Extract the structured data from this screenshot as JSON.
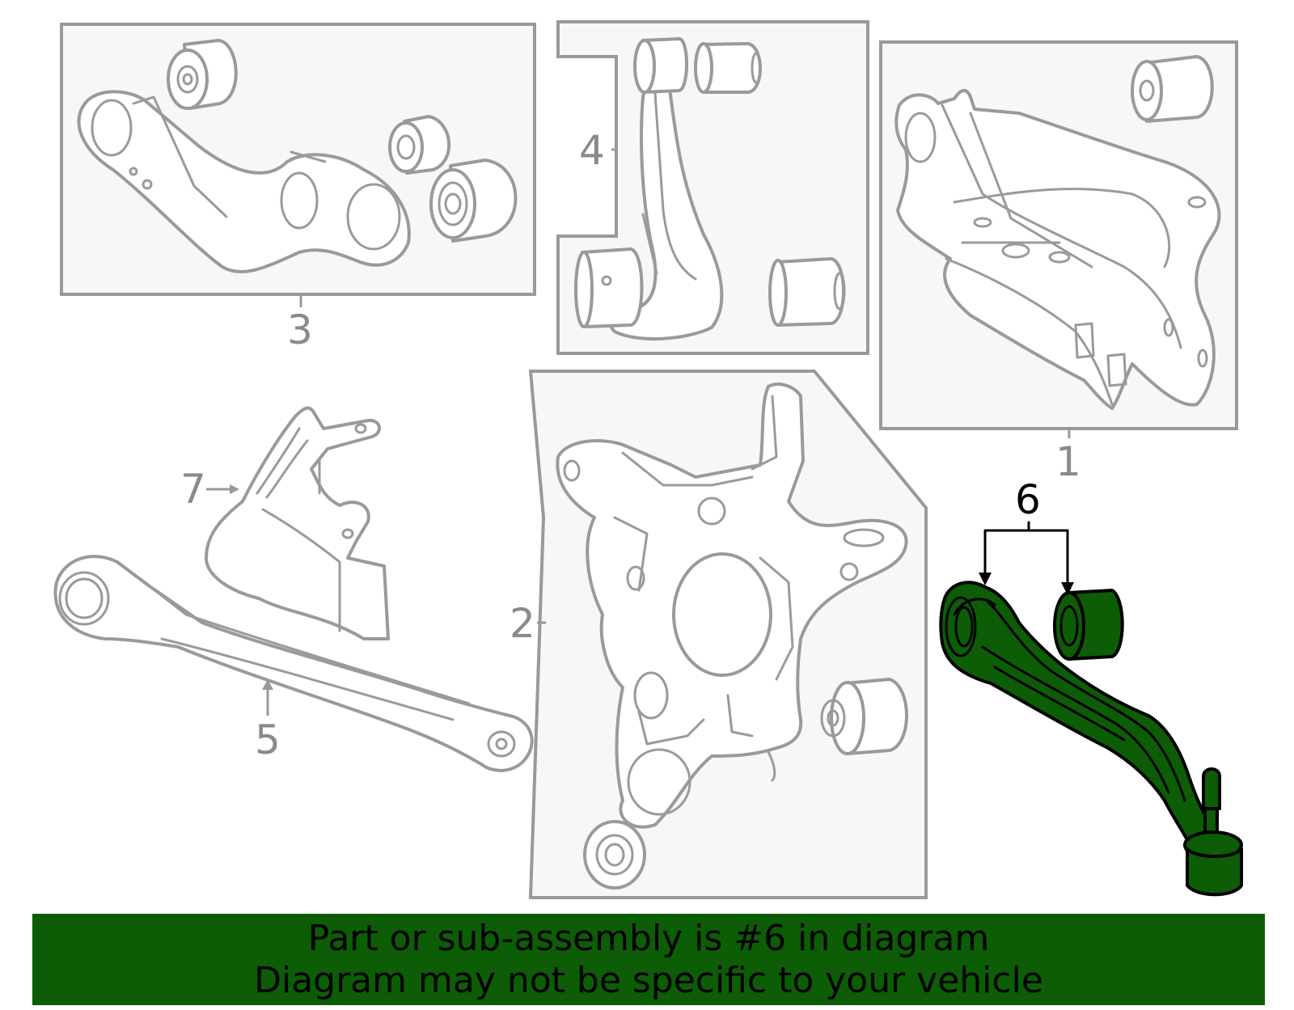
{
  "diagram": {
    "callouts": {
      "c1": "1",
      "c2": "2",
      "c3": "3",
      "c4": "4",
      "c5": "5",
      "c6": "6",
      "c7": "7"
    },
    "colors": {
      "highlight": "#0d5c06",
      "banner": "#0d5c06",
      "outline": "#9a9a9a",
      "panel": "#f7f7f7"
    }
  },
  "banner": {
    "line1": "Part or sub-assembly is #6 in diagram",
    "line2": "Diagram may not be specific to your vehicle"
  }
}
